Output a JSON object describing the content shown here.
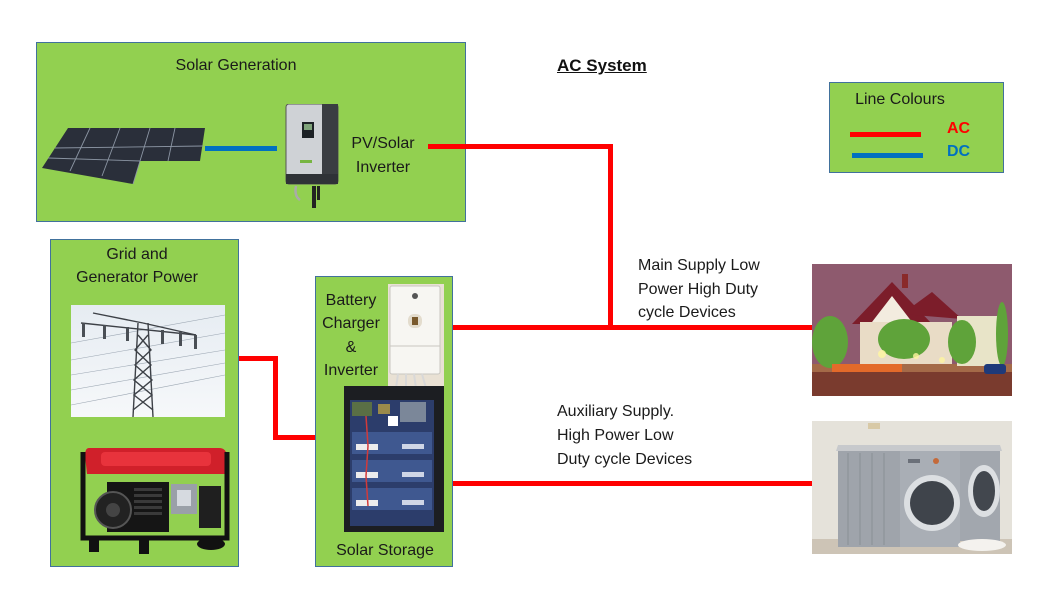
{
  "title": "AC System",
  "legend": {
    "title": "Line Colours",
    "items": [
      {
        "label": "AC",
        "color": "#ff0000"
      },
      {
        "label": "DC",
        "color": "#0070c0"
      }
    ]
  },
  "solar_generation": {
    "title": "Solar Generation",
    "panel_icon": "solar-panel-icon",
    "inverter_icon": "pv-inverter-icon",
    "inverter_label_line1": "PV/Solar",
    "inverter_label_line2": "Inverter"
  },
  "grid_generator": {
    "title_line1": "Grid and",
    "title_line2": "Generator Power",
    "pylon_icon": "power-pylon-icon",
    "generator_icon": "generator-icon"
  },
  "storage": {
    "label_line1": "Battery",
    "label_line2": "Charger",
    "label_line3": "&",
    "label_line4": "Inverter",
    "footer": "Solar Storage",
    "inverter_icon": "battery-inverter-icon",
    "battery_icon": "battery-rack-icon"
  },
  "loads": {
    "main": {
      "line1": "Main Supply Low",
      "line2": "Power High Duty",
      "line3": "cycle Devices",
      "icon": "house-icon"
    },
    "auxiliary": {
      "line1": "Auxiliary Supply.",
      "line2": "High Power Low",
      "line3": "Duty cycle Devices",
      "icon": "washing-machine-icon"
    }
  },
  "colors": {
    "box_fill": "#92d050",
    "box_border": "#41719c",
    "ac": "#ff0000",
    "dc": "#0070c0"
  }
}
